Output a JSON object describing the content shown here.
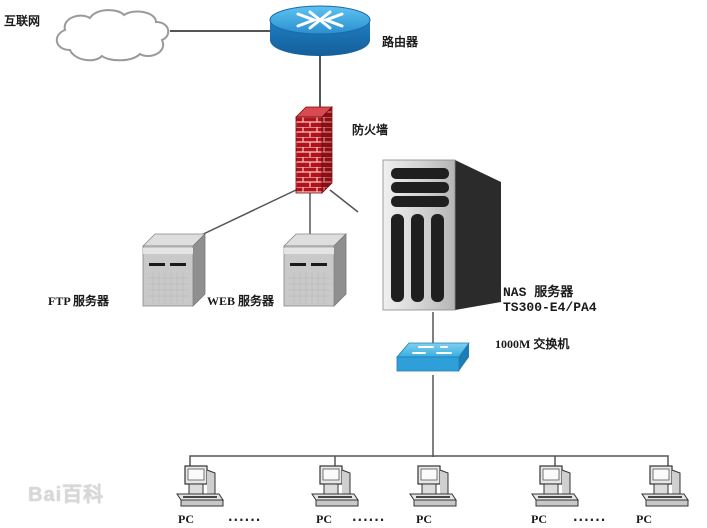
{
  "diagram": {
    "nodes": {
      "internet": {
        "label": "互联网",
        "icon": "cloud-icon"
      },
      "router": {
        "label": "路由器",
        "icon": "router-icon"
      },
      "firewall": {
        "label": "防火墙",
        "icon": "firewall-icon"
      },
      "ftp_server": {
        "label": "FTP 服务器",
        "icon": "server-icon"
      },
      "web_server": {
        "label": "WEB 服务器",
        "icon": "server-icon"
      },
      "nas_server": {
        "label_line1": "NAS 服务器",
        "label_line2": "TS300-E4/PA4",
        "icon": "tower-server-icon"
      },
      "switch": {
        "label": "1000M 交换机",
        "icon": "switch-icon"
      },
      "pcs": [
        {
          "label": "PC"
        },
        {
          "label": "PC"
        },
        {
          "label": "PC"
        },
        {
          "label": "PC"
        },
        {
          "label": "PC"
        }
      ]
    },
    "ellipsis": [
      "......",
      "......",
      "......"
    ],
    "edges": [
      [
        "internet",
        "router"
      ],
      [
        "router",
        "firewall"
      ],
      [
        "firewall",
        "ftp_server"
      ],
      [
        "firewall",
        "web_server"
      ],
      [
        "firewall",
        "nas_server"
      ],
      [
        "nas_server",
        "switch"
      ],
      [
        "switch",
        "pc_bus"
      ]
    ],
    "colors": {
      "router_blue": "#1f7fc4",
      "switch_blue": "#2ea3dc",
      "firewall_red": "#b3121a",
      "server_gray": "#bdbdbd",
      "tower_dark": "#2b2b2b",
      "line": "#555555"
    }
  },
  "watermark": "Bai百科"
}
